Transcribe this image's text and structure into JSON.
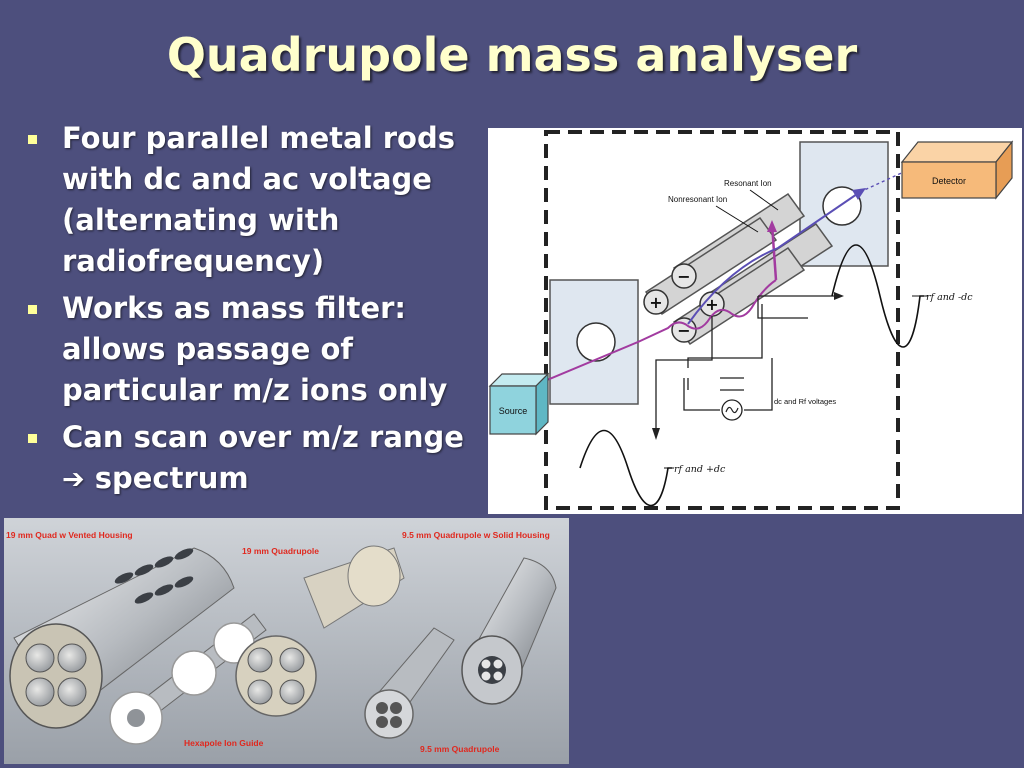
{
  "slide": {
    "title": "Quadrupole mass analyser",
    "bullets": [
      "Four parallel metal rods with dc and ac voltage (alternating with radiofrequency)",
      "Works as mass filter: allows passage of particular m/z ions only",
      "Can scan over  m/z range"
    ],
    "bullet3_tail": "spectrum",
    "arrow_glyph": "➔"
  },
  "diagram": {
    "detector": "Detector",
    "source": "Source",
    "resonant_ion": "Resonant Ion",
    "nonresonant_ion": "Nonresonant Ion",
    "rf_minus_dc": "rf and -dc",
    "rf_plus_dc": "rf and +dc",
    "dc_rf_voltages": "dc and Rf voltages",
    "plus": "+",
    "minus": "−",
    "colors": {
      "rod": "#cfcfcf",
      "box": "#dfe7f0",
      "ion_path": "#a23ba0",
      "source": "#8fd3dd",
      "detector": "#f6ba7a"
    }
  },
  "photo": {
    "labels": [
      "19 mm Quad w Vented Housing",
      "19 mm Quadrupole",
      "9.5 mm Quadrupole w Solid Housing",
      "Hexapole Ion Guide",
      "9.5 mm Quadrupole"
    ],
    "label_color": "#e0281e"
  }
}
